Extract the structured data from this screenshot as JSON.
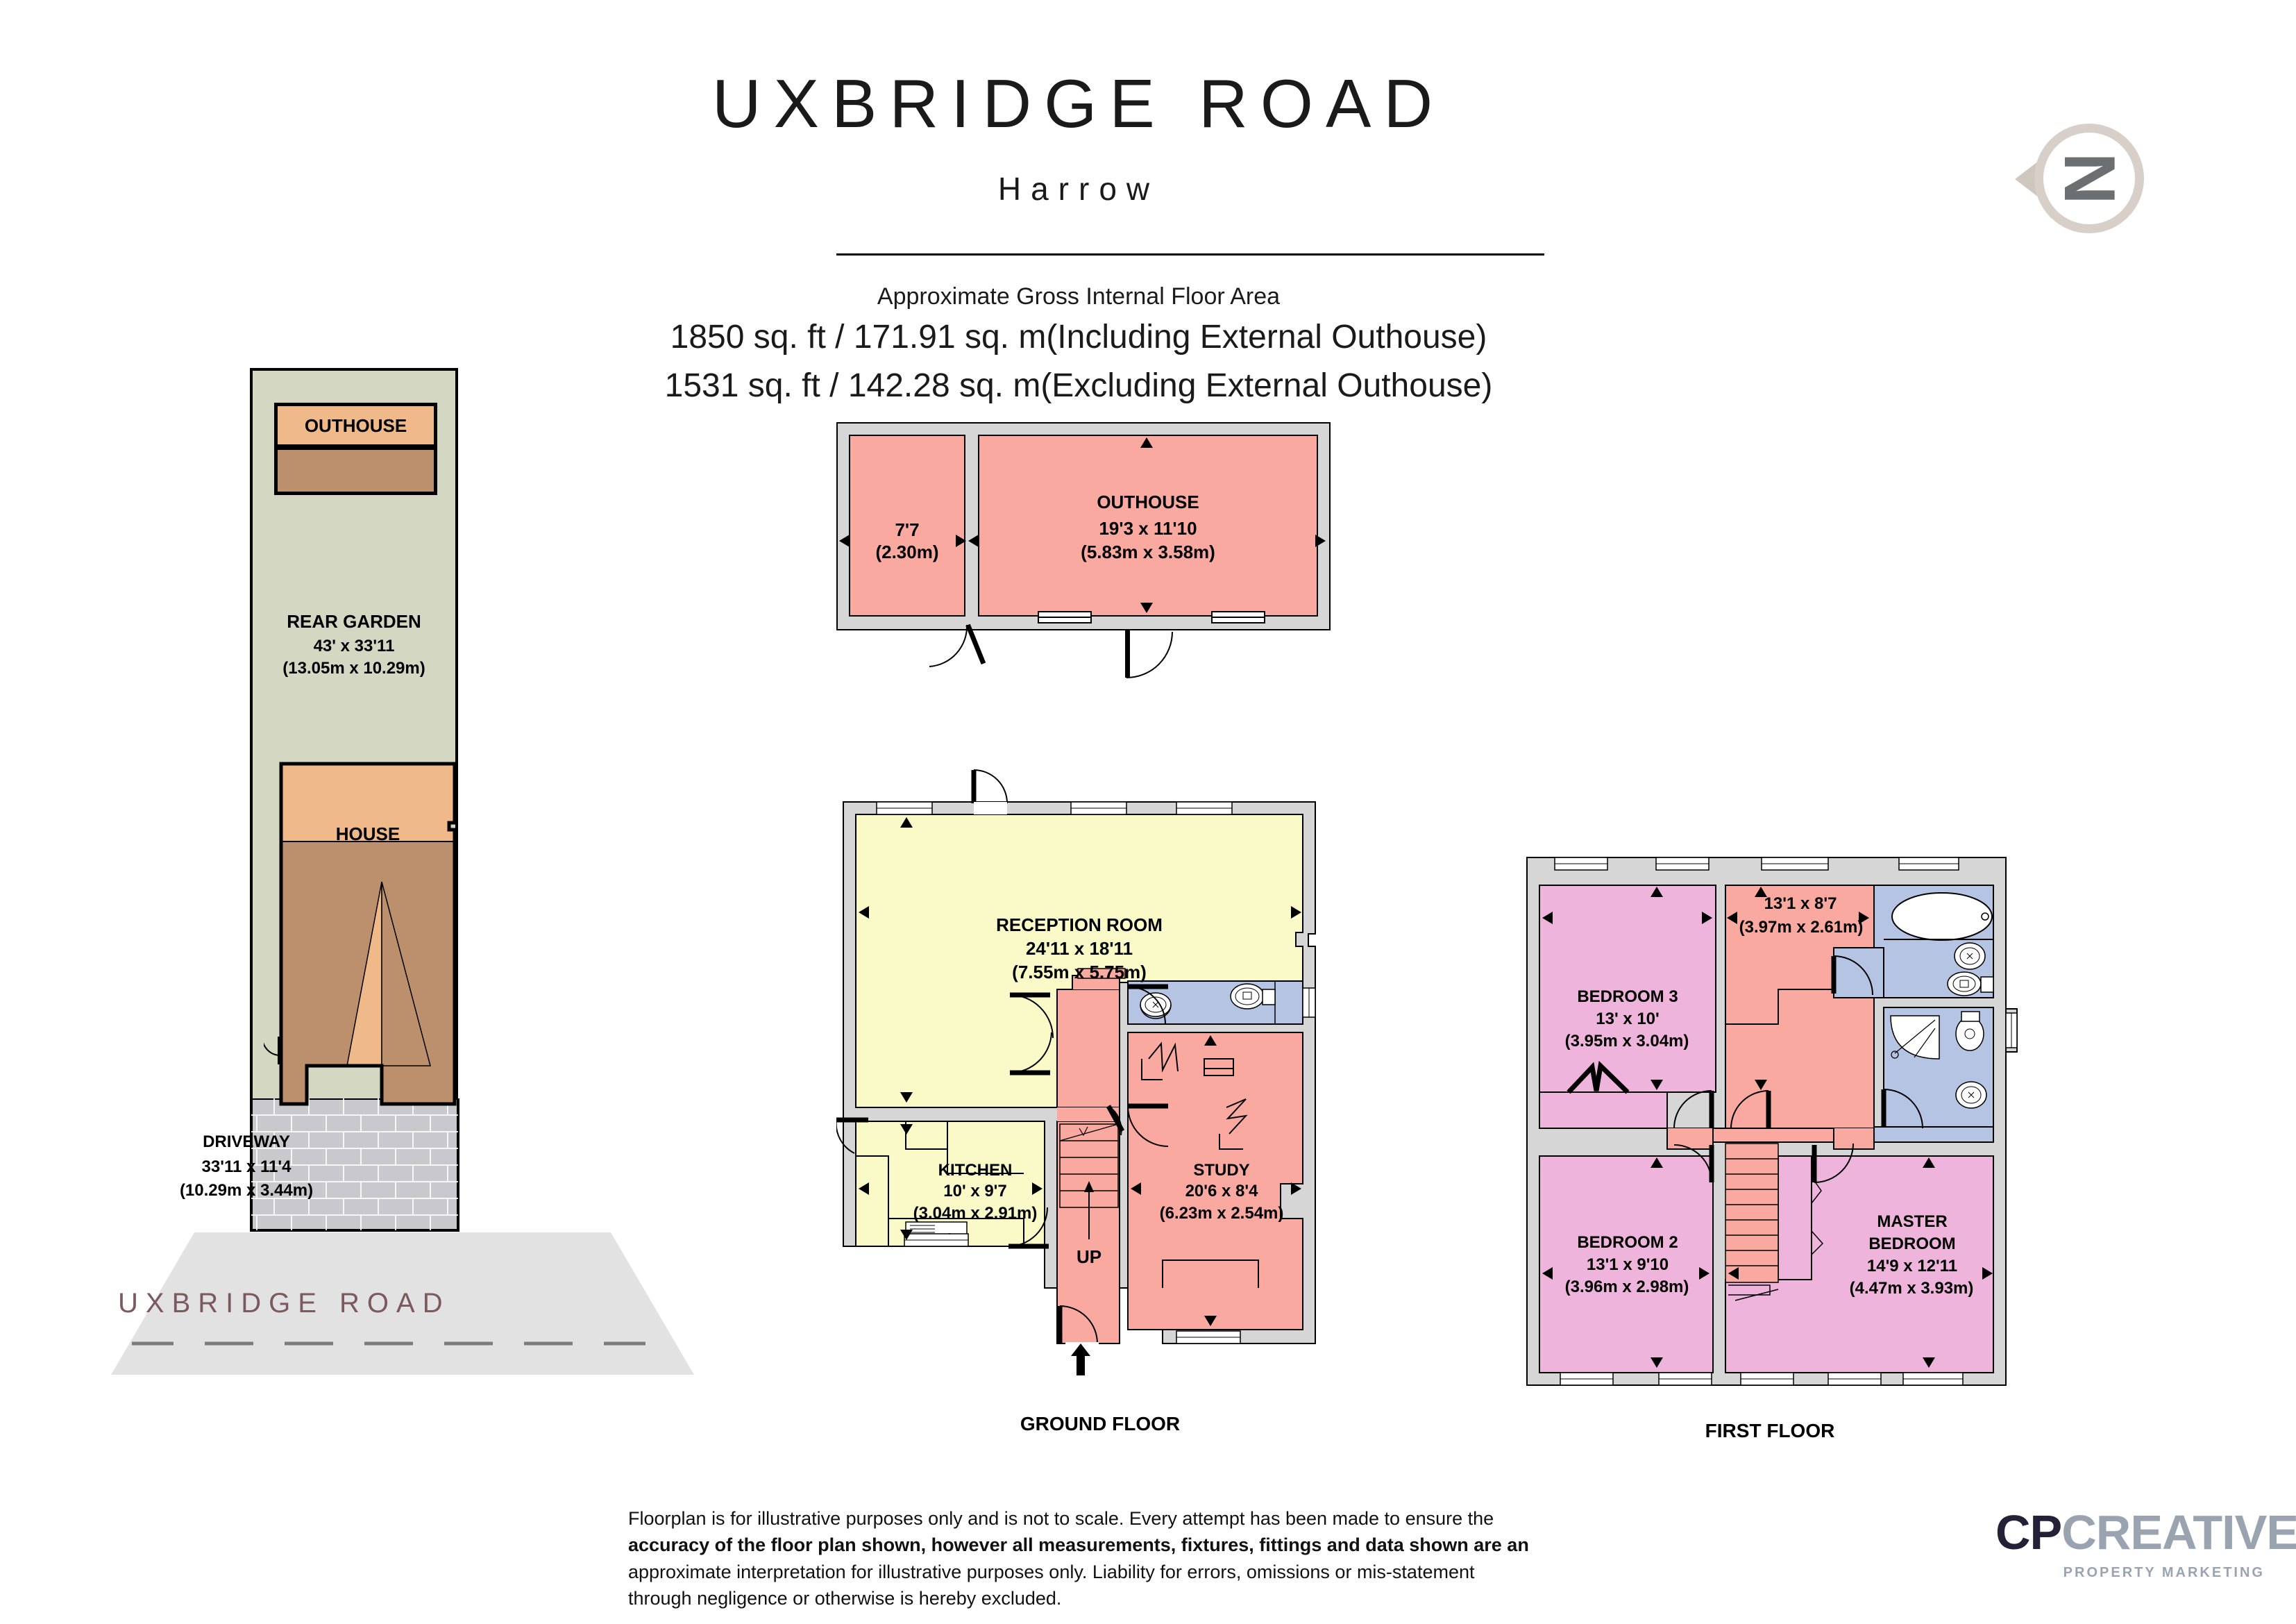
{
  "header": {
    "title": "UXBRIDGE ROAD",
    "subtitle": "Harrow",
    "area_caption": "Approximate Gross Internal Floor Area",
    "area_including": "1850 sq. ft / 171.91 sq. m(Including External Outhouse)",
    "area_excluding": "1531 sq. ft / 142.28 sq. m(Excluding External Outhouse)"
  },
  "compass": {
    "label": "N"
  },
  "site_plan": {
    "outhouse_label": "OUTHOUSE",
    "garden_name": "REAR GARDEN",
    "garden_imperial": "43' x 33'11",
    "garden_metric": "(13.05m x 10.29m)",
    "house_label": "HOUSE",
    "driveway_name": "DRIVEWAY",
    "driveway_imperial": "33'11 x 11'4",
    "driveway_metric": "(10.29m x 3.44m)",
    "road_label": "UXBRIDGE ROAD"
  },
  "outhouse_plan": {
    "small_room_imperial": "7'7",
    "small_room_metric": "(2.30m)",
    "main_name": "OUTHOUSE",
    "main_imperial": "19'3 x 11'10",
    "main_metric": "(5.83m x 3.58m)"
  },
  "ground_floor": {
    "caption": "GROUND FLOOR",
    "rooms": [
      {
        "name": "RECEPTION ROOM",
        "imperial": "24'11 x 18'11",
        "metric": "(7.55m x 5.75m)"
      },
      {
        "name": "KITCHEN",
        "imperial": "10' x 9'7",
        "metric": "(3.04m x 2.91m)"
      },
      {
        "name": "STUDY",
        "imperial": "20'6 x 8'4",
        "metric": "(6.23m x 2.54m)"
      }
    ],
    "stair_label": "UP"
  },
  "first_floor": {
    "caption": "FIRST FLOOR",
    "rooms": [
      {
        "name": "BEDROOM 3",
        "imperial": "13' x 10'",
        "metric": "(3.95m x 3.04m)"
      },
      {
        "name": "",
        "imperial": "13'1 x 8'7",
        "metric": "(3.97m x 2.61m)"
      },
      {
        "name": "BEDROOM 2",
        "imperial": "13'1 x 9'10",
        "metric": "(3.96m x 2.98m)"
      },
      {
        "name": "MASTER BEDROOM",
        "name_line1": "MASTER",
        "name_line2": "BEDROOM",
        "imperial": "14'9 x 12'11",
        "metric": "(4.47m x 3.93m)"
      }
    ]
  },
  "footer": {
    "disclaimer_part1": "Floorplan is for illustrative purposes only and is not to scale. Every attempt has been made to ensure the ",
    "disclaimer_bold": "accuracy of the floor plan shown, however all measurements, fixtures, fittings and data shown are an",
    "disclaimer_part2": " approximate interpretation for illustrative purposes only. Liability for errors, omissions or mis-statement through negligence or otherwise is hereby excluded.",
    "logo_cp": "CP",
    "logo_creative": "CREATIVE",
    "logo_tagline": "PROPERTY MARKETING"
  },
  "colors": {
    "reception": "#fafac8",
    "hall": "#f9a9a0",
    "bedroom": "#eeb4dc",
    "bathroom": "#b6c4e4",
    "garden": "#d4d8c2",
    "roof_light": "#efb98a",
    "roof_dark": "#bc8f6d",
    "wall": "#d6d6d6",
    "driveway": "#c9c9cd",
    "road": "#e2e2e2",
    "road_text": "#7a5a5e",
    "compass_ring": "#d8d0c8",
    "logo_dark": "#232038",
    "logo_grey": "#9aa4b0"
  }
}
